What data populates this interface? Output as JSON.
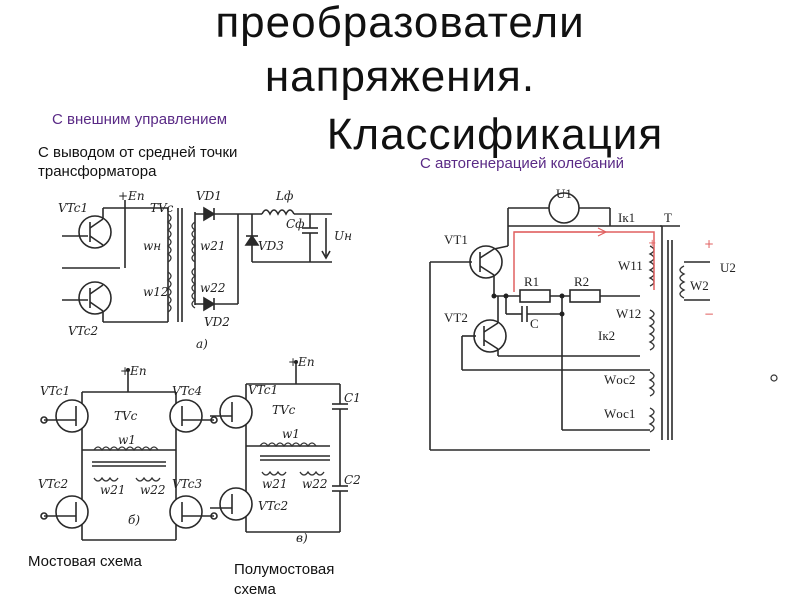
{
  "slide": {
    "title_line1": "преобразователи",
    "title_line2": "напряжения.",
    "title_line3": "Классификация"
  },
  "labels": {
    "external_control": "С внешним управлением",
    "center_tap_line1": "С выводом от средней точки",
    "center_tap_line2": "трансформатора",
    "self_oscillation": "С автогенерацией колебаний",
    "bridge": "Мостовая схема",
    "half_bridge_line1": "Полумостовая",
    "half_bridge_line2": "схема"
  },
  "diagram_a": {
    "vt1": "VTc1",
    "vt2": "VTc2",
    "tv": "TVc",
    "en": "+Eп",
    "wn": "wн",
    "w12": "w12",
    "w21": "w21",
    "w22": "w22",
    "vd1": "VD1",
    "vd2": "VD2",
    "vd3": "VD3",
    "lf": "Lф",
    "cf": "Cф",
    "un": "Uн",
    "caption": "а)"
  },
  "diagram_b": {
    "en": "+Eп",
    "vt1": "VTc1",
    "vt2": "VTc2",
    "vt3": "VTc3",
    "vt4": "VTc4",
    "tv": "TVc",
    "w1": "w1",
    "w21": "w21",
    "w22": "w22",
    "caption": "б)"
  },
  "diagram_c": {
    "en": "+Eп",
    "vt1": "VTc1",
    "vt2": "VTc2",
    "tv": "TVc",
    "w1": "w1",
    "w21": "w21",
    "w22": "w22",
    "c1": "C1",
    "c2": "C2",
    "caption": "в)"
  },
  "diagram_d": {
    "u1": "U1",
    "ik1": "Iк1",
    "t": "T",
    "vt1": "VT1",
    "vt2": "VT2",
    "r1": "R1",
    "r2": "R2",
    "c": "C",
    "w11": "W11",
    "w12": "W12",
    "w2": "W2",
    "u2": "U2",
    "ik2": "Iк2",
    "woc2": "Wос2",
    "woc1": "Wос1"
  },
  "colors": {
    "path_highlight": "#e06060",
    "label_purple": "#5a2a86"
  }
}
